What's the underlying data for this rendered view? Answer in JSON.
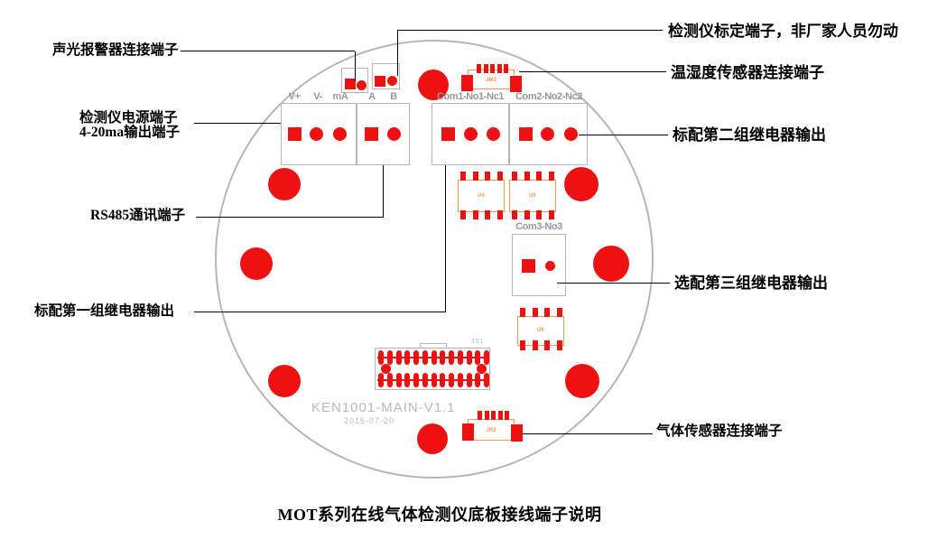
{
  "caption": "MOT系列在线气体检测仪底板接线端子说明",
  "board": {
    "silkscreen_name": "KEN1001-MAIN-V1.1",
    "silkscreen_date": "2015-07-20"
  },
  "terminals": {
    "v_plus": "V+",
    "v_minus": "V-",
    "ma": "mA",
    "a": "A",
    "b": "B",
    "com1": "Com1-No1-Nc1",
    "com2": "Com2-No2-Nc2",
    "com3": "Com3-No3"
  },
  "components": {
    "jm3": "JM3",
    "u4": "U4",
    "u5": "U5",
    "u6": "U6",
    "j01": "J01",
    "jr2": "JR2"
  },
  "callouts": {
    "alarm": "声光报警器连接端子",
    "calibration": "检测仪标定端子，非厂家人员勿动",
    "power_line1": "检测仪电源端子",
    "power_line2": "4-20ma输出端子",
    "humidity": "温湿度传感器连接端子",
    "relay2": "标配第二组继电器输出",
    "rs485": "RS485通讯端子",
    "relay1": "标配第一组继电器输出",
    "relay3": "选配第三组继电器输出",
    "gas": "气体传感器连接端子"
  },
  "colors": {
    "red": "#ee1111",
    "orange": "#f09a46",
    "gray_outline": "#b6b6b6",
    "gray_text": "#989898",
    "silkscreen": "#b9b9b9",
    "callout_line": "#000000"
  }
}
